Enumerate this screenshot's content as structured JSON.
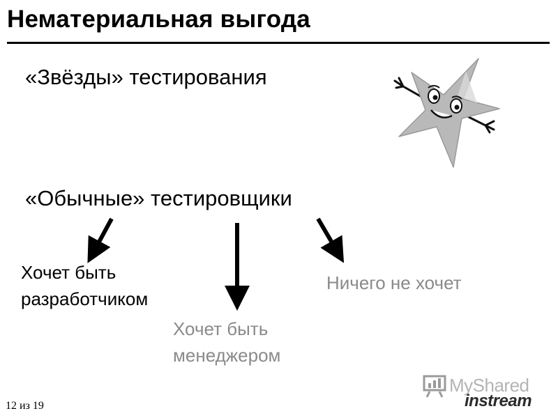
{
  "slide": {
    "title": "Нематериальная выгода",
    "stars_heading": "«Звёзды» тестирования",
    "normal_heading": "«Обычные» тестировщики",
    "options": {
      "developer": {
        "line1": "Хочет быть",
        "line2": "разработчиком"
      },
      "manager": {
        "line1": "Хочет быть",
        "line2": "менеджером"
      },
      "nothing": {
        "line1": "Ничего не хочет"
      }
    },
    "page_number": "12  из 19"
  },
  "watermark": {
    "top": "MyShared",
    "bottom": "instream"
  },
  "colors": {
    "text": "#000000",
    "muted_text": "#8a8a8a",
    "star_fill": "#b9b9b9",
    "background": "#ffffff"
  },
  "icons": {
    "star": "cartoon-star-icon",
    "logo": "presentation-board-icon"
  }
}
